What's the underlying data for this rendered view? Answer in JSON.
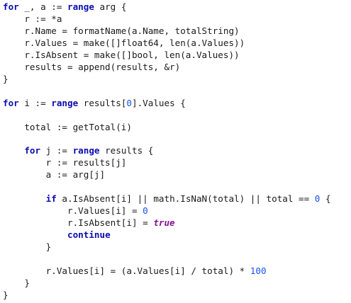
{
  "editor": {
    "language": "go",
    "colors": {
      "background": "#ffffff",
      "text": "#1a1a1a",
      "keyword": "#0b0bb0",
      "number": "#1750eb",
      "literal": "#871094"
    },
    "lines": [
      [
        {
          "t": "kw",
          "v": "for"
        },
        {
          "t": "id",
          "v": " _, a := "
        },
        {
          "t": "kw",
          "v": "range"
        },
        {
          "t": "id",
          "v": " arg {"
        }
      ],
      [
        {
          "t": "id",
          "v": "    r := *a"
        }
      ],
      [
        {
          "t": "id",
          "v": "    r.Name = formatName(a.Name, totalString)"
        }
      ],
      [
        {
          "t": "id",
          "v": "    r.Values = make([]float64, len(a.Values))"
        }
      ],
      [
        {
          "t": "id",
          "v": "    r.IsAbsent = make([]bool, len(a.Values))"
        }
      ],
      [
        {
          "t": "id",
          "v": "    results = append(results, &r)"
        }
      ],
      [
        {
          "t": "id",
          "v": "}"
        }
      ],
      [],
      [
        {
          "t": "kw",
          "v": "for"
        },
        {
          "t": "id",
          "v": " i := "
        },
        {
          "t": "kw",
          "v": "range"
        },
        {
          "t": "id",
          "v": " results["
        },
        {
          "t": "num",
          "v": "0"
        },
        {
          "t": "id",
          "v": "].Values {"
        }
      ],
      [],
      [
        {
          "t": "id",
          "v": "    total := getTotal(i)"
        }
      ],
      [],
      [
        {
          "t": "id",
          "v": "    "
        },
        {
          "t": "kw",
          "v": "for"
        },
        {
          "t": "id",
          "v": " j := "
        },
        {
          "t": "kw",
          "v": "range"
        },
        {
          "t": "id",
          "v": " results {"
        }
      ],
      [
        {
          "t": "id",
          "v": "        r := results[j]"
        }
      ],
      [
        {
          "t": "id",
          "v": "        a := arg[j]"
        }
      ],
      [],
      [
        {
          "t": "id",
          "v": "        "
        },
        {
          "t": "kw",
          "v": "if"
        },
        {
          "t": "id",
          "v": " a.IsAbsent[i] || math.IsNaN(total) || total == "
        },
        {
          "t": "num",
          "v": "0"
        },
        {
          "t": "id",
          "v": " {"
        }
      ],
      [
        {
          "t": "id",
          "v": "            r.Values[i] = "
        },
        {
          "t": "num",
          "v": "0"
        }
      ],
      [
        {
          "t": "id",
          "v": "            r.IsAbsent[i] = "
        },
        {
          "t": "lit",
          "v": "true"
        }
      ],
      [
        {
          "t": "id",
          "v": "            "
        },
        {
          "t": "kw",
          "v": "continue"
        }
      ],
      [
        {
          "t": "id",
          "v": "        }"
        }
      ],
      [],
      [
        {
          "t": "id",
          "v": "        r.Values[i] = (a.Values[i] / total) * "
        },
        {
          "t": "num",
          "v": "100"
        }
      ],
      [
        {
          "t": "id",
          "v": "    }"
        }
      ],
      [
        {
          "t": "id",
          "v": "}"
        }
      ]
    ]
  }
}
